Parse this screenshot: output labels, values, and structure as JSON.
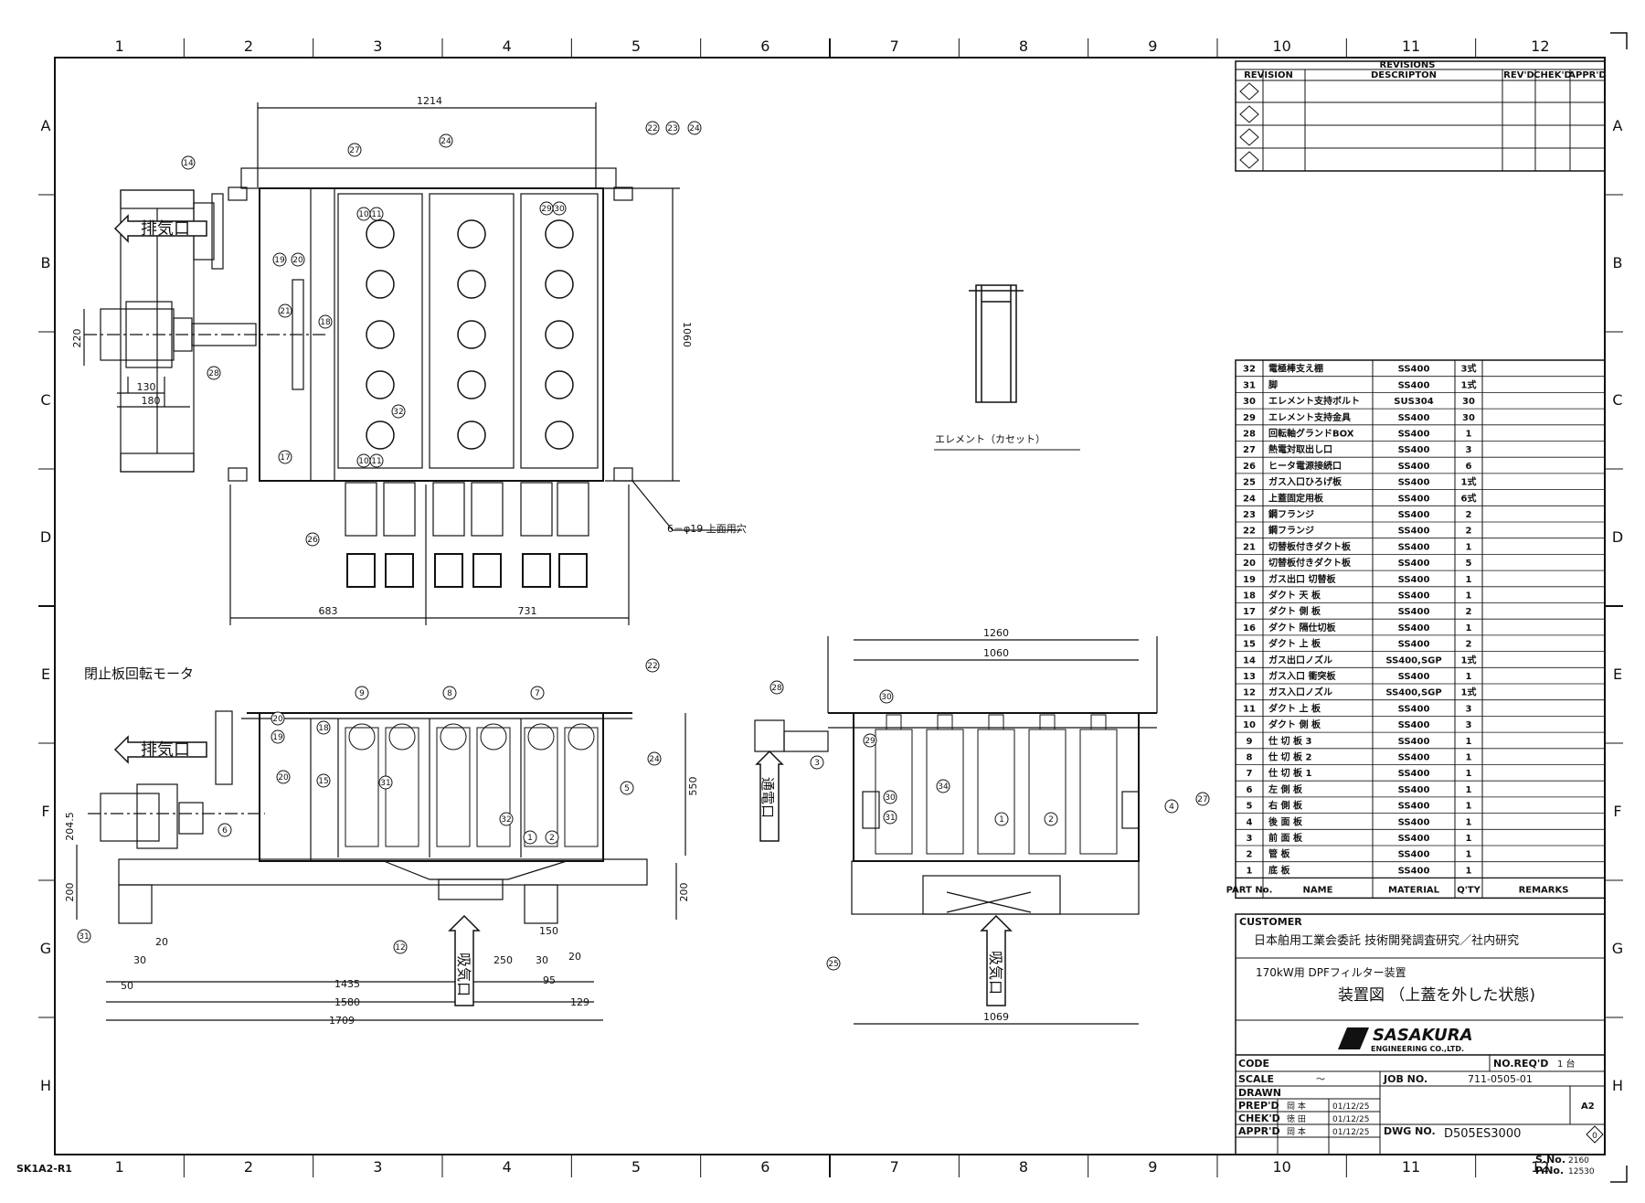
{
  "zones": {
    "cols": [
      "1",
      "2",
      "3",
      "4",
      "5",
      "6",
      "7",
      "8",
      "9",
      "10",
      "11",
      "12"
    ],
    "rows": [
      "A",
      "B",
      "C",
      "D",
      "E",
      "F",
      "G",
      "H"
    ]
  },
  "sheet_code": "SK1A2-R1",
  "top_view": {
    "dims": {
      "width": "1214",
      "height": "1060",
      "left": "683",
      "right": "731",
      "shaft": "220",
      "w130": "130",
      "w180": "180"
    },
    "exhaust_label": "排気口",
    "note": "6－φ19 上面用穴",
    "balloons": [
      "14",
      "27",
      "24",
      "22",
      "23",
      "24",
      "10",
      "11",
      "29",
      "30",
      "19",
      "20",
      "21",
      "18",
      "28",
      "32",
      "17",
      "10",
      "11",
      "26"
    ]
  },
  "element_view": {
    "label": "エレメント（カセット）"
  },
  "front_view": {
    "motor_label": "閉止板回転モータ",
    "exhaust_label": "排気口",
    "intake_label": "吸気口",
    "dims": {
      "h550": "550",
      "h200r": "200",
      "h204": "204.5",
      "h200": "200",
      "d20a": "20",
      "d30a": "30",
      "d50": "50",
      "d150": "150",
      "d250": "250",
      "d30b": "30",
      "d20b": "20",
      "d95": "95",
      "d1435": "1435",
      "d1580": "1580",
      "d129": "129",
      "d1709": "1709"
    },
    "balloons": [
      "9",
      "8",
      "7",
      "22",
      "20",
      "19",
      "18",
      "20",
      "15",
      "31",
      "32",
      "1",
      "2",
      "5",
      "24",
      "6",
      "31",
      "12"
    ]
  },
  "side_view": {
    "power_label": "通電口",
    "intake_label": "吸気口",
    "dims": {
      "d1260": "1260",
      "d1060": "1060",
      "d1069": "1069"
    },
    "balloons": [
      "28",
      "30",
      "29",
      "3",
      "34",
      "30",
      "31",
      "1",
      "2",
      "4",
      "27",
      "25"
    ]
  },
  "revisions": {
    "title": "REVISIONS",
    "headers": [
      "REVISION",
      "DESCRIPTON",
      "REV'D",
      "CHEK'D",
      "APPR'D"
    ]
  },
  "parts": {
    "headers": [
      "PART No.",
      "NAME",
      "MATERIAL",
      "Q'TY",
      "REMARKS"
    ],
    "rows": [
      [
        "32",
        "電極棒支え棚",
        "SS400",
        "3式"
      ],
      [
        "31",
        "脚",
        "SS400",
        "1式"
      ],
      [
        "30",
        "エレメント支持ボルト",
        "SUS304",
        "30"
      ],
      [
        "29",
        "エレメント支持金具",
        "SS400",
        "30"
      ],
      [
        "28",
        "回転軸グランドBOX",
        "SS400",
        "1"
      ],
      [
        "27",
        "熱電対取出し口",
        "SS400",
        "3"
      ],
      [
        "26",
        "ヒータ電源接続口",
        "SS400",
        "6"
      ],
      [
        "25",
        "ガス入口ひろげ板",
        "SS400",
        "1式"
      ],
      [
        "24",
        "上蓋固定用板",
        "SS400",
        "6式"
      ],
      [
        "23",
        "鋼フランジ",
        "SS400",
        "2"
      ],
      [
        "22",
        "鋼フランジ",
        "SS400",
        "2"
      ],
      [
        "21",
        "切替板付きダクト板",
        "SS400",
        "1"
      ],
      [
        "20",
        "切替板付きダクト板",
        "SS400",
        "5"
      ],
      [
        "19",
        "ガス出口 切替板",
        "SS400",
        "1"
      ],
      [
        "18",
        "ダクト 天 板",
        "SS400",
        "1"
      ],
      [
        "17",
        "ダクト 側 板",
        "SS400",
        "2"
      ],
      [
        "16",
        "ダクト 隔仕切板",
        "SS400",
        "1"
      ],
      [
        "15",
        "ダクト 上 板",
        "SS400",
        "2"
      ],
      [
        "14",
        "ガス出口ノズル",
        "SS400,SGP",
        "1式"
      ],
      [
        "13",
        "ガス入口 衝突板",
        "SS400",
        "1"
      ],
      [
        "12",
        "ガス入口ノズル",
        "SS400,SGP",
        "1式"
      ],
      [
        "11",
        "ダクト 上 板",
        "SS400",
        "3"
      ],
      [
        "10",
        "ダクト 側 板",
        "SS400",
        "3"
      ],
      [
        "9",
        "仕 切 板 3",
        "SS400",
        "1"
      ],
      [
        "8",
        "仕 切 板 2",
        "SS400",
        "1"
      ],
      [
        "7",
        "仕 切 板 1",
        "SS400",
        "1"
      ],
      [
        "6",
        "左 側 板",
        "SS400",
        "1"
      ],
      [
        "5",
        "右 側 板",
        "SS400",
        "1"
      ],
      [
        "4",
        "後 面 板",
        "SS400",
        "1"
      ],
      [
        "3",
        "前 面 板",
        "SS400",
        "1"
      ],
      [
        "2",
        "管  板",
        "SS400",
        "1"
      ],
      [
        "1",
        "底  板",
        "SS400",
        "1"
      ]
    ]
  },
  "title_block": {
    "customer_label": "CUSTOMER",
    "customer": "日本舶用工業会委託 技術開発調査研究／社内研究",
    "subtitle": "170kW用 DPFフィルター装置",
    "title": "装置図 （上蓋を外した状態)",
    "company": "SASAKURA",
    "company_sub": "ENGINEERING CO.,LTD.",
    "code_label": "CODE",
    "noreq_label": "NO.REQ'D",
    "noreq_value": "1 台",
    "scale_label": "SCALE",
    "scale_value": "～",
    "job_label": "JOB NO.",
    "job_value": "711-0505-01",
    "drawn_label": "DRAWN",
    "size": "A2",
    "prepd_label": "PREP'D",
    "prepd_name": "岡 本",
    "prepd_date": "01/12/25",
    "chekd_label": "CHEK'D",
    "chekd_name": "徳 田",
    "chekd_date": "01/12/25",
    "apprd_label": "APPR'D",
    "apprd_name": "岡 本",
    "apprd_date": "01/12/25",
    "dwg_label": "DWG NO.",
    "dwg_value": "D505ES3000",
    "rev_mark": "0",
    "sno_label": "S.No.",
    "sno_value": "2160",
    "pno_label": "P.No.",
    "pno_value": "12530"
  }
}
